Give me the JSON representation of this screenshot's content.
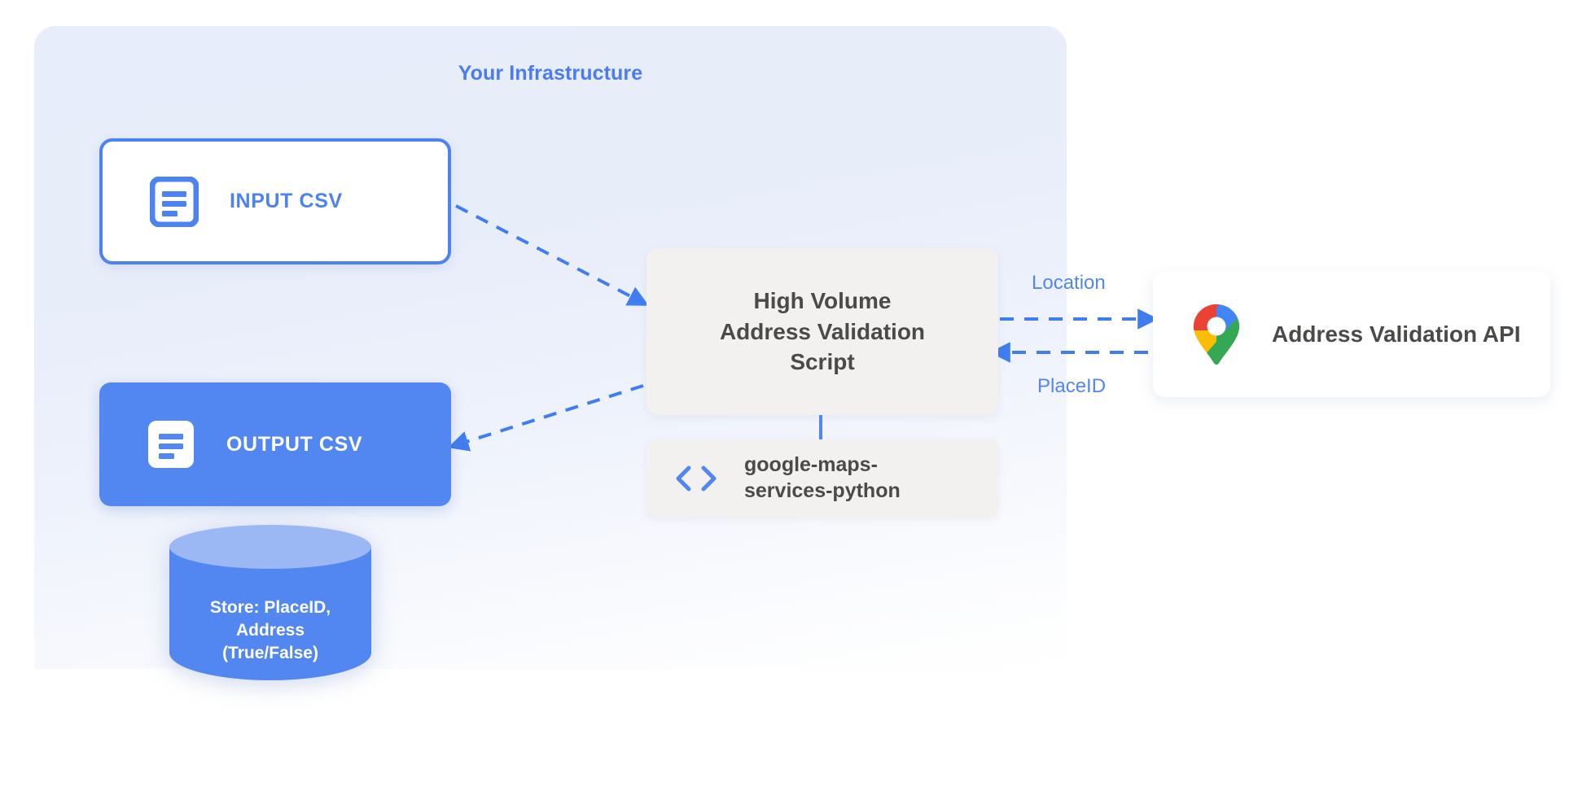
{
  "diagram": {
    "title": "Your Infrastructure",
    "accent_blue": "#5286f0",
    "panel_bg": "#e8edfa",
    "node_gray": "#f2f1ef",
    "text_dark": "#4a4a48"
  },
  "nodes": {
    "input_csv": {
      "label": "INPUT CSV",
      "icon": "document-icon",
      "fill": "#ffffff",
      "border": "#4d82f3",
      "text_color": "#4d82f3"
    },
    "output_csv": {
      "label": "OUTPUT CSV",
      "icon": "document-icon",
      "fill": "#5286f0",
      "text_color": "#ffffff"
    },
    "script": {
      "line1": "High Volume",
      "line2": "Address Validation",
      "line3": "Script",
      "fill": "#f2f1ef"
    },
    "library": {
      "line1": "google-maps-",
      "line2": "services-python",
      "icon": "code-brackets-icon",
      "fill": "#f2f1ef"
    },
    "api": {
      "label": "Address Validation API",
      "icon": "google-maps-pin-icon",
      "fill": "#ffffff"
    },
    "database": {
      "line1": "Store: PlaceID,",
      "line2": "Address",
      "line3": "(True/False)",
      "body_fill": "#5286f0",
      "top_fill": "#9cb8f4",
      "text_color": "#ffffff"
    }
  },
  "edges": {
    "input_to_script": {
      "label": "",
      "style": "dashed",
      "direction": "right"
    },
    "script_to_output": {
      "label": "",
      "style": "dashed",
      "direction": "left"
    },
    "script_to_api": {
      "label": "Location",
      "style": "dashed",
      "direction": "right"
    },
    "api_to_script": {
      "label": "PlaceID",
      "style": "dashed",
      "direction": "left"
    },
    "script_to_library": {
      "label": "",
      "style": "solid",
      "direction": "none"
    }
  },
  "maps_pin_colors": {
    "blue": "#4285f4",
    "red": "#ea4335",
    "yellow": "#fbbc04",
    "green": "#34a853"
  }
}
